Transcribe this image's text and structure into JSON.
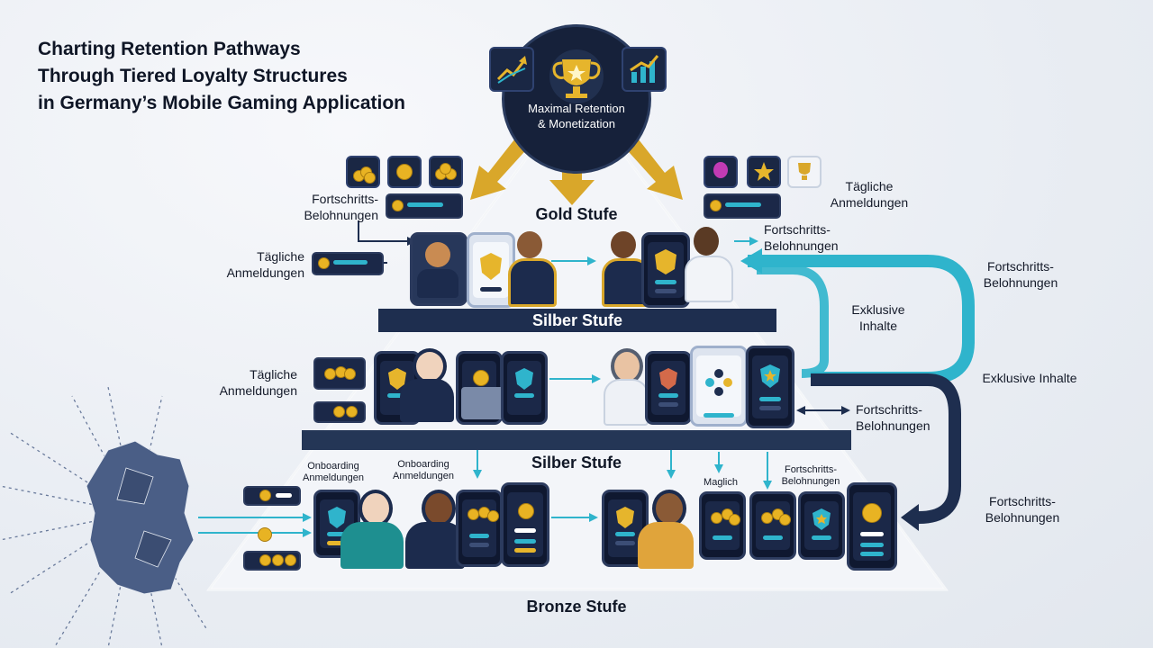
{
  "title": {
    "line1": "Charting Retention Pathways",
    "line2": "Through Tiered Loyalty Structures",
    "line3": "in Germany’s Mobile Gaming Application"
  },
  "top": {
    "line1": "Maximal Retention",
    "line2": "& Monetization",
    "icons": [
      "trend-up-icon",
      "trophy-icon",
      "bar-chart-icon"
    ]
  },
  "tiers": {
    "gold": "Gold Stufe",
    "silver_band": "Silber Stufe",
    "silver": "Silber Stufe",
    "bronze": "Bronze Stufe"
  },
  "labels": {
    "top_left_progress_1": "Fortschritts-",
    "top_left_progress_2": "Belohnungen",
    "top_right_daily_1": "Tägliche",
    "top_right_daily_2": "Anmeldungen",
    "gold_left_daily_1": "Tägliche",
    "gold_left_daily_2": "Anmeldungen",
    "gold_right_progress_1": "Fortschritts-",
    "gold_right_progress_2": "Belohnungen",
    "far_right_progress_1": "Fortschritts-",
    "far_right_progress_2": "Belohnungen",
    "exclusive_1": "Exklusive",
    "exclusive_2": "Inhalte",
    "exclusive_far": "Exklusive Inhalte",
    "silver_left_daily_1": "Tägliche",
    "silver_left_daily_2": "Anmeldungen",
    "silver_right_progress_1": "Fortschritts-",
    "silver_right_progress_2": "Belohnungen",
    "bronze_onboard_a_1": "Onboarding",
    "bronze_onboard_a_2": "Anmeldungen",
    "bronze_onboard_b_1": "Onboarding",
    "bronze_onboard_b_2": "Anmeldungen",
    "bronze_maglich": "Maglich",
    "bronze_progress_1": "Fortschritts-",
    "bronze_progress_2": "Belohnungen",
    "far_right_bottom_1": "Fortschritts-",
    "far_right_bottom_2": "Belohnungen"
  },
  "colors": {
    "navy": "#1e2e4f",
    "teal": "#2fb4cc",
    "gold": "#d9a72a",
    "map": "#4a5e86"
  }
}
